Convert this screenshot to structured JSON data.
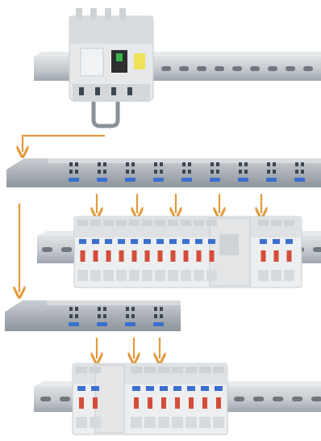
{
  "figure": {
    "description_none": "",
    "colors": {
      "arrow": "#e39a3b",
      "rail": "#c7ccd1",
      "rail_dark": "#8f969c",
      "device_body": "#eceeef",
      "device_shade": "#d5d8da",
      "busbar": "#b7bec4",
      "busbar_dark": "#7e858b",
      "terminal_hole": "#3d4650",
      "blue_tab": "#3a6fd0",
      "red_handle": "#d44d3a",
      "green_window": "#39b34a",
      "yellow_label": "#efe35a",
      "black_toggle": "#2d2f31"
    },
    "icons": [
      "din-rail",
      "differential-breaker",
      "busbar-comb",
      "circuit-breaker-row",
      "flow-arrow"
    ]
  }
}
